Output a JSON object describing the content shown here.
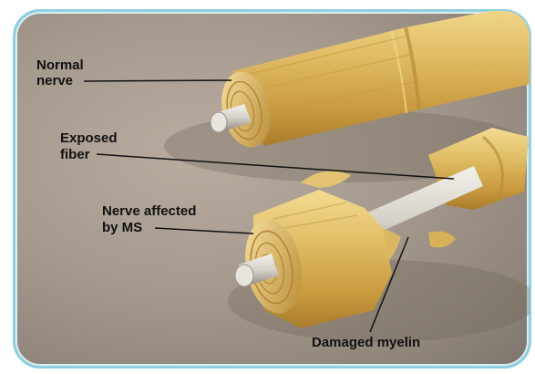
{
  "labels": {
    "normal_line1": "Normal",
    "normal_line2": "nerve",
    "exposed_line1": "Exposed",
    "exposed_line2": "fiber",
    "ms_line1": "Nerve affected",
    "ms_line2": "by MS",
    "myelin": "Damaged myelin"
  },
  "colors": {
    "frame_border": "#8ed0e0",
    "myelin": "#d9b45a",
    "fiber": "#d8d5cc",
    "background": "#a59a8e"
  }
}
